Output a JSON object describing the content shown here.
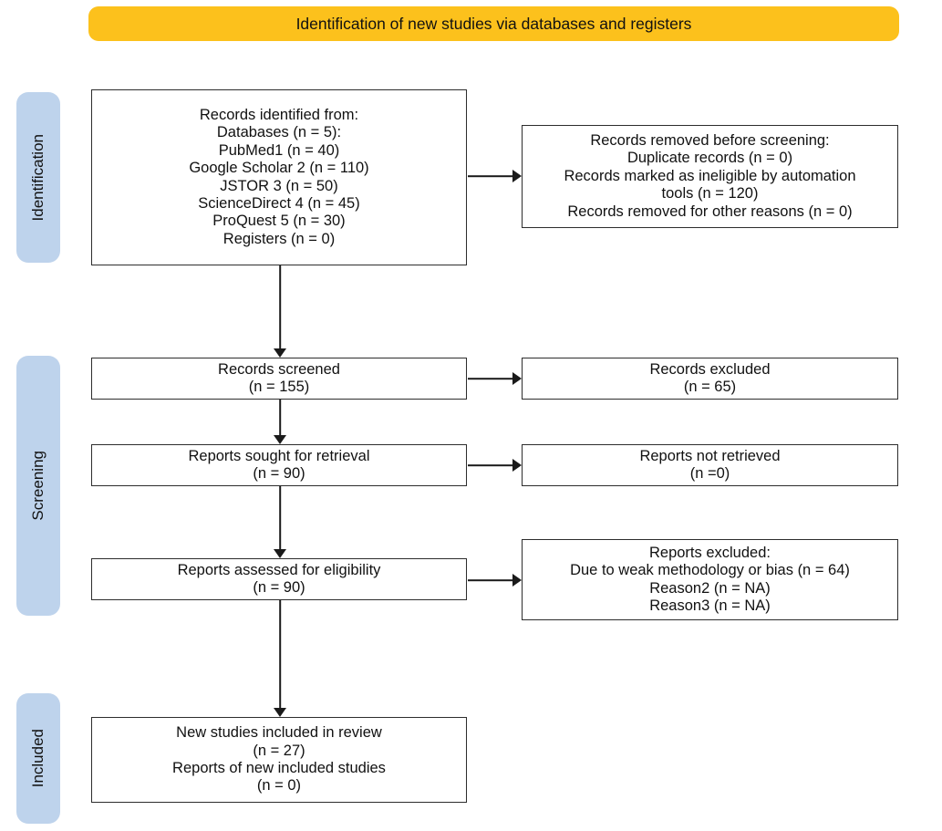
{
  "banner": {
    "title": "Identification of new studies via databases and registers"
  },
  "stages": {
    "identification": "Identification",
    "screening": "Screening",
    "included": "Included"
  },
  "boxes": {
    "records_identified": "Records identified from:\nDatabases (n = 5):\nPubMed1 (n = 40)\nGoogle Scholar 2 (n = 110)\nJSTOR 3 (n = 50)\nScienceDirect 4 (n = 45)\nProQuest 5 (n = 30)\nRegisters (n = 0)",
    "records_removed": "Records removed before screening:\nDuplicate records (n = 0)\nRecords marked as ineligible by automation\ntools (n = 120)\nRecords removed for other reasons (n = 0)",
    "records_screened": "Records screened\n(n = 155)",
    "records_excluded": "Records excluded\n(n = 65)",
    "reports_sought": "Reports sought for retrieval\n(n = 90)",
    "reports_not_retrieved": "Reports not retrieved\n(n =0)",
    "reports_assessed": "Reports assessed for eligibility\n(n = 90)",
    "reports_excluded": "Reports excluded:\nDue to weak methodology or bias (n = 64)\nReason2 (n = NA)\nReason3 (n = NA)",
    "studies_included": "New studies included in review\n(n = 27)\nReports of new included studies\n(n = 0)"
  },
  "colors": {
    "banner_bg": "#FCC11C",
    "stage_bg": "#BED3EC",
    "box_border": "#2D2D2D"
  }
}
